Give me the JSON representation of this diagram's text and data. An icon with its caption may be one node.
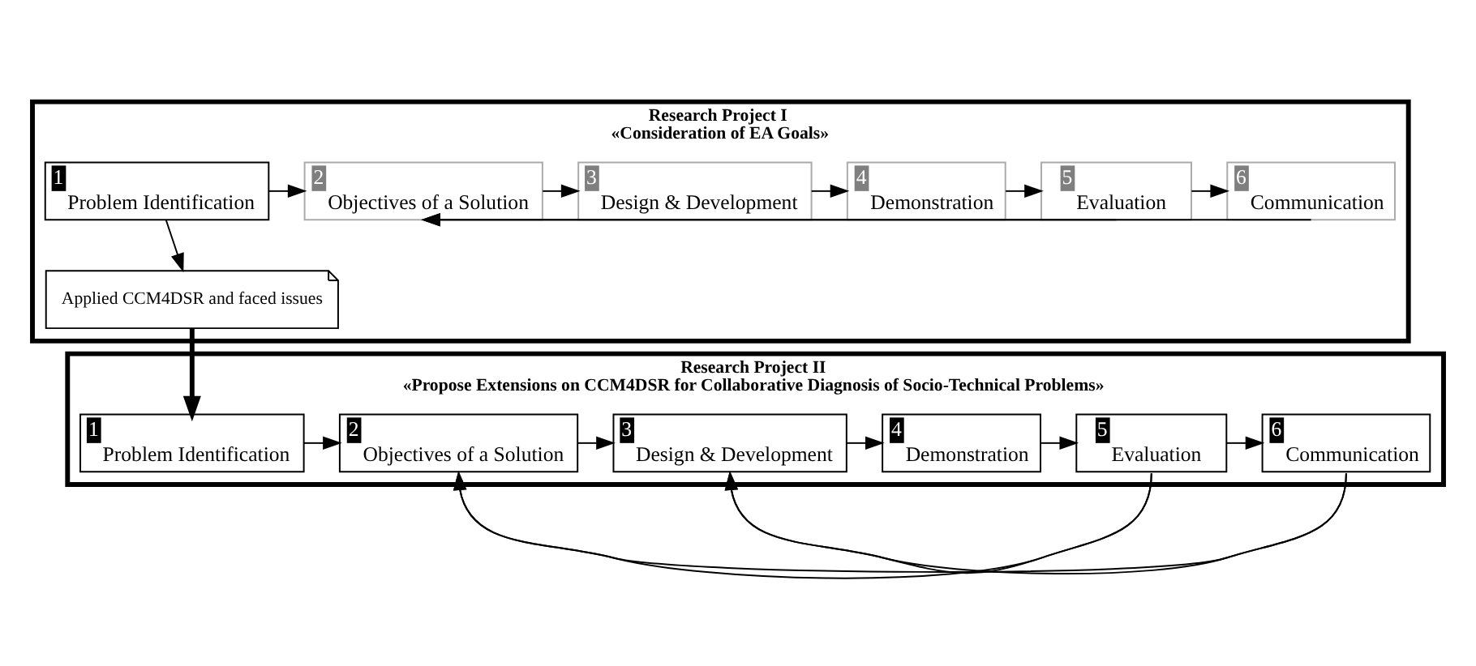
{
  "diagram": {
    "nodes": [
      {
        "text": [
          "Research Project I",
          "«Consideration of EA Goals»"
        ]
      },
      {
        "text": [
          "1",
          "Problem Identification"
        ],
        "in": 0
      },
      {
        "text": [
          "2",
          "Objectives of a Solution"
        ],
        "in": 0
      },
      {
        "text": [
          "3",
          "Design & Development"
        ],
        "in": 0
      },
      {
        "text": [
          "4",
          "Demonstration"
        ],
        "in": 0
      },
      {
        "text": [
          "5",
          "Evaluation"
        ],
        "in": 0
      },
      {
        "text": [
          "6",
          "Communication"
        ],
        "in": 0
      },
      {
        "text": [
          "Applied CCM4DSR and faced issues"
        ],
        "in": 0
      },
      {
        "text": [
          "Research Project II",
          "«Propose Extensions on CCM4DSR for Collaborative Diagnosis of Socio-Technical Problems»"
        ]
      },
      {
        "text": [
          "1",
          "Problem Identification"
        ],
        "in": 8
      },
      {
        "text": [
          "2",
          "Objectives of a Solution"
        ],
        "in": 8
      },
      {
        "text": [
          "3",
          "Design & Development"
        ],
        "in": 8
      },
      {
        "text": [
          "4",
          "Demonstration"
        ],
        "in": 8
      },
      {
        "text": [
          "5",
          "Evaluation"
        ],
        "in": 8
      },
      {
        "text": [
          "6",
          "Communication"
        ],
        "in": 8
      }
    ],
    "edges": [
      {
        "from": 1,
        "to": 2,
        "arrow": "to"
      },
      {
        "from": 2,
        "to": 3,
        "arrow": "to"
      },
      {
        "from": 3,
        "to": 4,
        "arrow": "to"
      },
      {
        "from": 4,
        "to": 5,
        "arrow": "to"
      },
      {
        "from": 5,
        "to": 6,
        "arrow": "to"
      },
      {
        "from": 5,
        "to": 2,
        "arrow": "to"
      },
      {
        "from": 6,
        "to": 2,
        "arrow": "to"
      },
      {
        "from": 1,
        "to": 7,
        "arrow": "to"
      },
      {
        "from": 7,
        "to": 9,
        "arrow": "to",
        "style": "thick"
      },
      {
        "from": 9,
        "to": 10,
        "arrow": "to"
      },
      {
        "from": 10,
        "to": 11,
        "arrow": "to"
      },
      {
        "from": 11,
        "to": 12,
        "arrow": "to"
      },
      {
        "from": 12,
        "to": 13,
        "arrow": "to"
      },
      {
        "from": 13,
        "to": 14,
        "arrow": "to"
      },
      {
        "from": 13,
        "to": 10,
        "arrow": "to"
      },
      {
        "from": 14,
        "to": 10,
        "arrow": "to"
      },
      {
        "from": 13,
        "to": 11,
        "arrow": "to"
      },
      {
        "from": 14,
        "to": 11,
        "arrow": "to"
      }
    ]
  }
}
